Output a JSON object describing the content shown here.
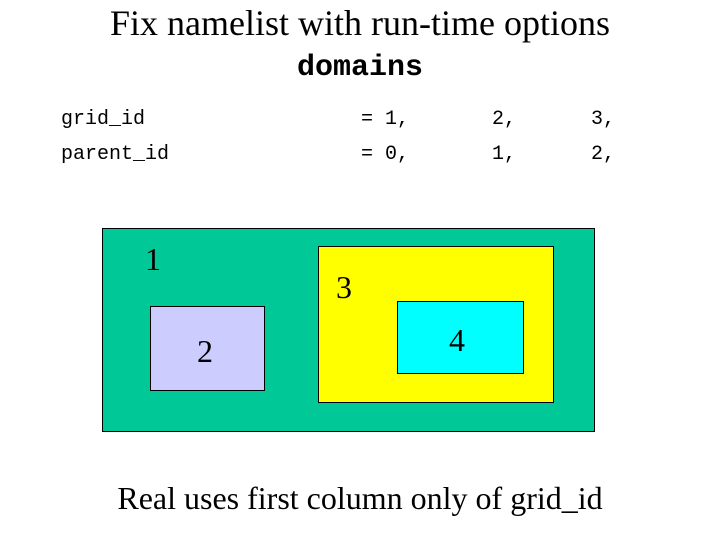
{
  "title": "Fix namelist with run-time options",
  "section": "domains",
  "namelist": {
    "rows": [
      {
        "name": "grid_id",
        "values": [
          "= 1,",
          "2,",
          "3,"
        ]
      },
      {
        "name": "parent_id",
        "values": [
          "= 0,",
          "1,",
          "2,"
        ]
      }
    ]
  },
  "domains": [
    {
      "id": "1",
      "color": "#00c896"
    },
    {
      "id": "2",
      "color": "#ccccff"
    },
    {
      "id": "3",
      "color": "#ffff00"
    },
    {
      "id": "4",
      "color": "#00ffff"
    }
  ],
  "footer": "Real uses first column only of grid_id"
}
